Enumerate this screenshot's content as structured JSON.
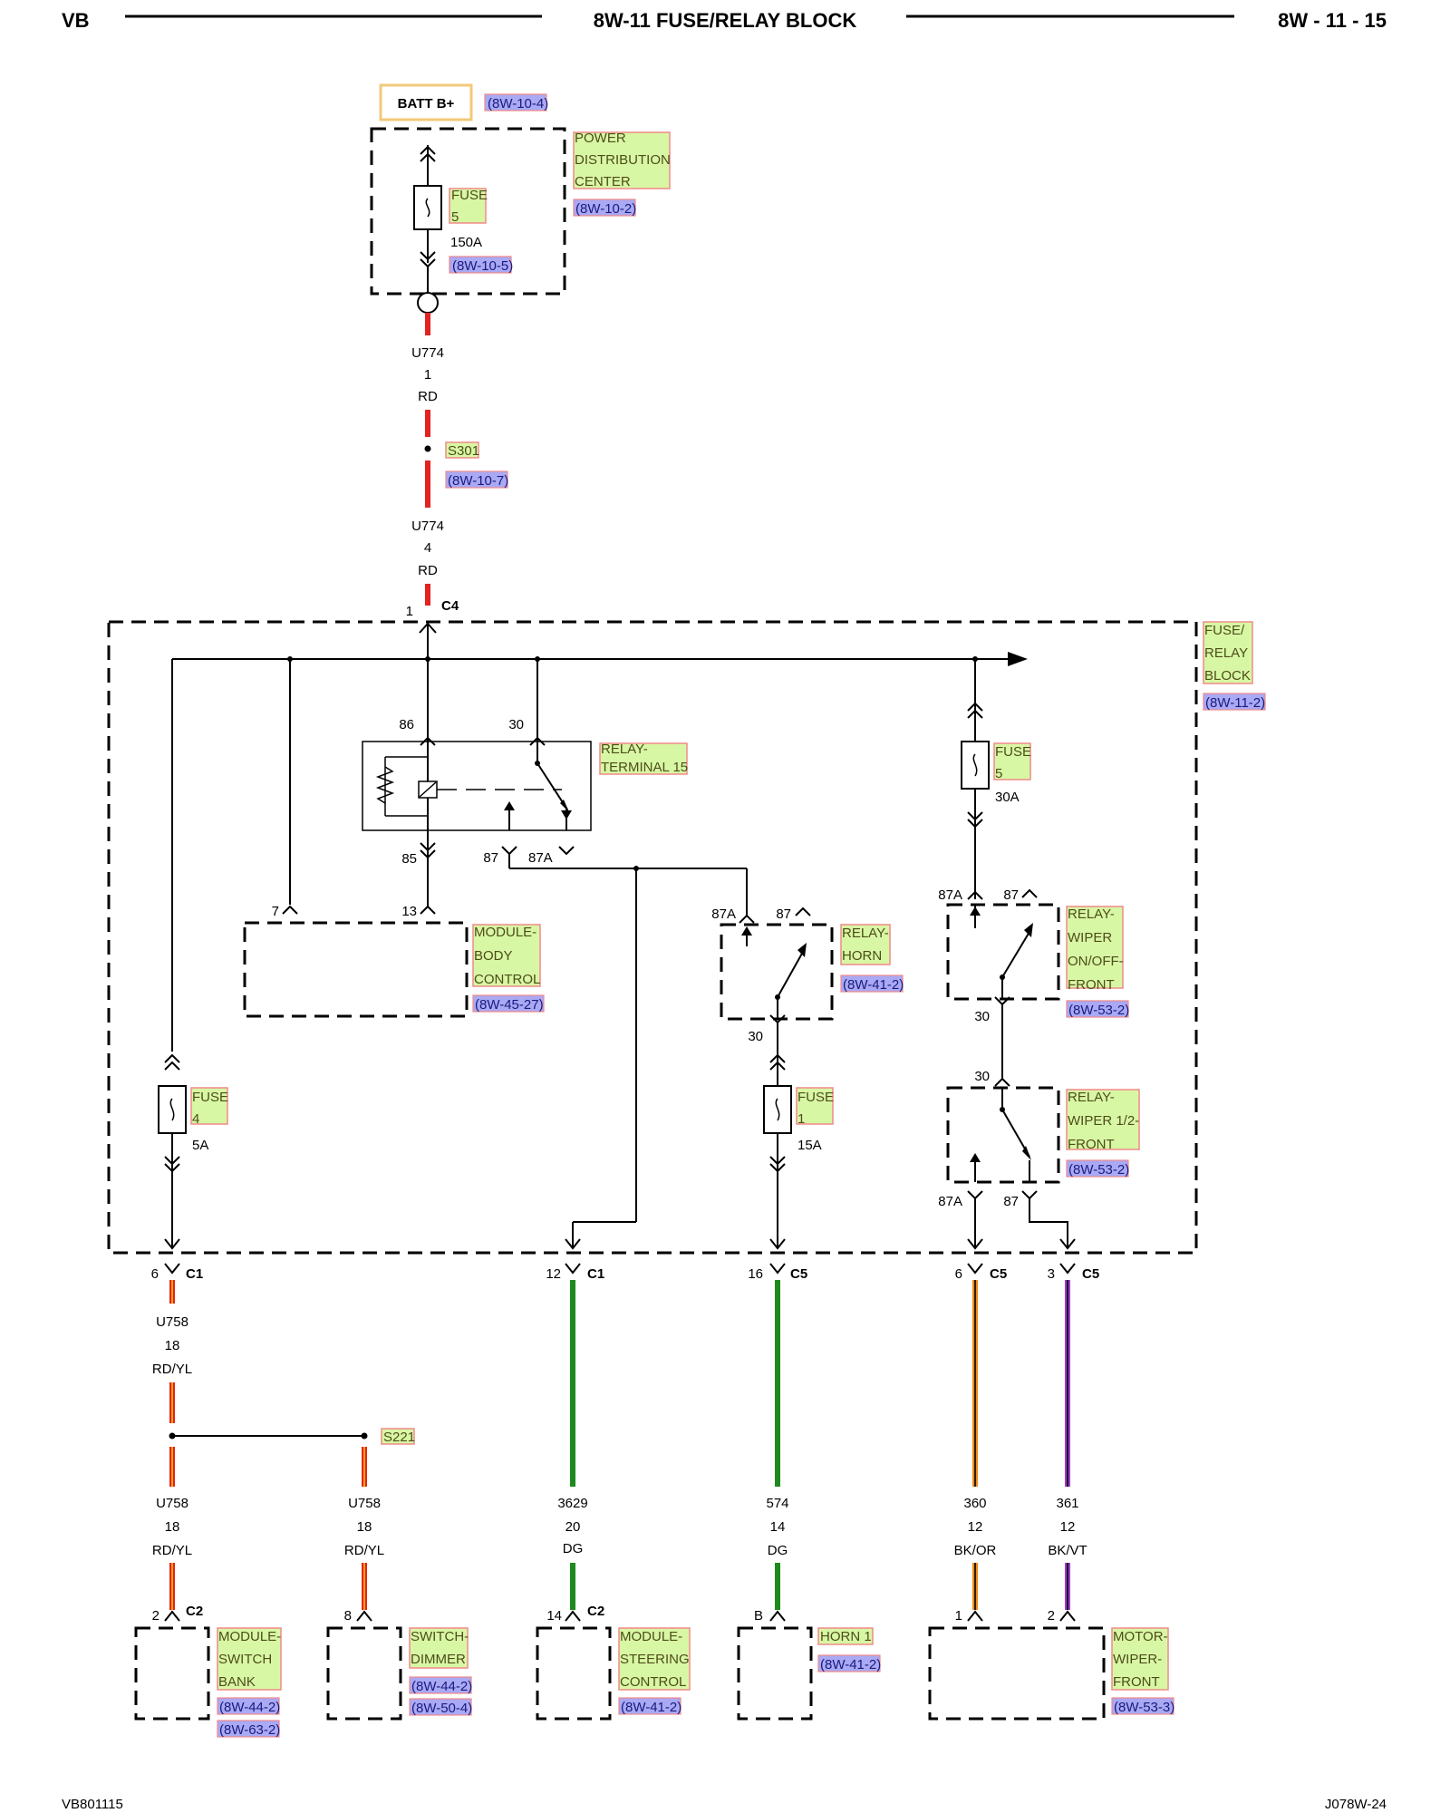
{
  "header": {
    "left": "VB",
    "title": "8W-11 FUSE/RELAY BLOCK",
    "right": "8W - 11 - 15"
  },
  "footer": {
    "left": "VB801115",
    "right": "J078W-24"
  },
  "batt": {
    "label": "BATT B+",
    "ref": "(8W-10-4)"
  },
  "pdc": {
    "name_lines": [
      "POWER",
      "DISTRIBUTION",
      "CENTER"
    ],
    "ref": "(8W-10-2)",
    "fuse_lines": [
      "FUSE",
      "5"
    ],
    "fuse_rating": "150A",
    "fuse_ref": "(8W-10-5)"
  },
  "wire_upper_a": {
    "circuit": "U774",
    "gauge": "1",
    "color": "RD"
  },
  "splice_s301": {
    "name": "S301",
    "ref": "(8W-10-7)"
  },
  "wire_upper_b": {
    "circuit": "U774",
    "gauge": "4",
    "color": "RD"
  },
  "conn_c4": {
    "pin": "1",
    "name": "C4"
  },
  "frb": {
    "name_lines": [
      "FUSE/",
      "RELAY",
      "BLOCK"
    ],
    "ref": "(8W-11-2)"
  },
  "relay_t15": {
    "name_lines": [
      "RELAY-",
      "TERMINAL 15"
    ],
    "pins": {
      "p86": "86",
      "p30": "30",
      "p85": "85",
      "p87": "87",
      "p87a": "87A"
    }
  },
  "mbc": {
    "name_lines": [
      "MODULE-",
      "BODY",
      "CONTROL"
    ],
    "ref": "(8W-45-27)",
    "pin7": "7",
    "pin13": "13"
  },
  "relay_horn": {
    "name_lines": [
      "RELAY-",
      "HORN"
    ],
    "ref": "(8W-41-2)",
    "p87a": "87A",
    "p87": "87",
    "p30": "30"
  },
  "fuse5_30a": {
    "lines": [
      "FUSE",
      "5"
    ],
    "rating": "30A"
  },
  "relay_wiper_onoff": {
    "name_lines": [
      "RELAY-",
      "WIPER",
      "ON/OFF-",
      "FRONT"
    ],
    "ref": "(8W-53-2)",
    "p87a": "87A",
    "p87": "87",
    "p30": "30"
  },
  "relay_wiper_half": {
    "name_lines": [
      "RELAY-",
      "WIPER 1/2-",
      "FRONT"
    ],
    "ref": "(8W-53-2)",
    "p30": "30",
    "p87a": "87A",
    "p87": "87"
  },
  "fuse4": {
    "lines": [
      "FUSE",
      "4"
    ],
    "rating": "5A"
  },
  "fuse1": {
    "lines": [
      "FUSE",
      "1"
    ],
    "rating": "15A"
  },
  "out_c1_6": {
    "pin": "6",
    "conn": "C1"
  },
  "out_c1_12": {
    "pin": "12",
    "conn": "C1"
  },
  "out_c5_16": {
    "pin": "16",
    "conn": "C5"
  },
  "out_c5_6": {
    "pin": "6",
    "conn": "C5"
  },
  "out_c5_3": {
    "pin": "3",
    "conn": "C5"
  },
  "wire_u758_a": {
    "circuit": "U758",
    "gauge": "18",
    "color": "RD/YL"
  },
  "splice_s221": {
    "name": "S221"
  },
  "wire_u758_b": {
    "circuit": "U758",
    "gauge": "18",
    "color": "RD/YL"
  },
  "wire_u758_c": {
    "circuit": "U758",
    "gauge": "18",
    "color": "RD/YL"
  },
  "wire_3629": {
    "circuit": "3629",
    "gauge": "20",
    "color": "DG"
  },
  "wire_574": {
    "circuit": "574",
    "gauge": "14",
    "color": "DG"
  },
  "wire_360": {
    "circuit": "360",
    "gauge": "12",
    "color": "BK/OR"
  },
  "wire_361": {
    "circuit": "361",
    "gauge": "12",
    "color": "BK/VT"
  },
  "msb": {
    "pin": "2",
    "conn": "C2",
    "name_lines": [
      "MODULE-",
      "SWITCH",
      "BANK"
    ],
    "refs": [
      "(8W-44-2)",
      "(8W-63-2)"
    ]
  },
  "sd": {
    "pin": "8",
    "name_lines": [
      "SWITCH-",
      "DIMMER"
    ],
    "refs": [
      "(8W-44-2)",
      "(8W-50-4)"
    ]
  },
  "msc": {
    "pin": "14",
    "conn": "C2",
    "name_lines": [
      "MODULE-",
      "STEERING",
      "CONTROL"
    ],
    "ref": "(8W-41-2)"
  },
  "horn": {
    "pin": "B",
    "name": "HORN 1",
    "ref": "(8W-41-2)"
  },
  "mwf": {
    "pin1": "1",
    "pin2": "2",
    "name_lines": [
      "MOTOR-",
      "WIPER-",
      "FRONT"
    ],
    "ref": "(8W-53-3)"
  },
  "colors": {
    "red": "#e32222",
    "yellow": "#f2c400",
    "green": "#1e8a1e",
    "orange": "#f08a1e",
    "violet": "#9b3fc9",
    "black": "#000000"
  }
}
